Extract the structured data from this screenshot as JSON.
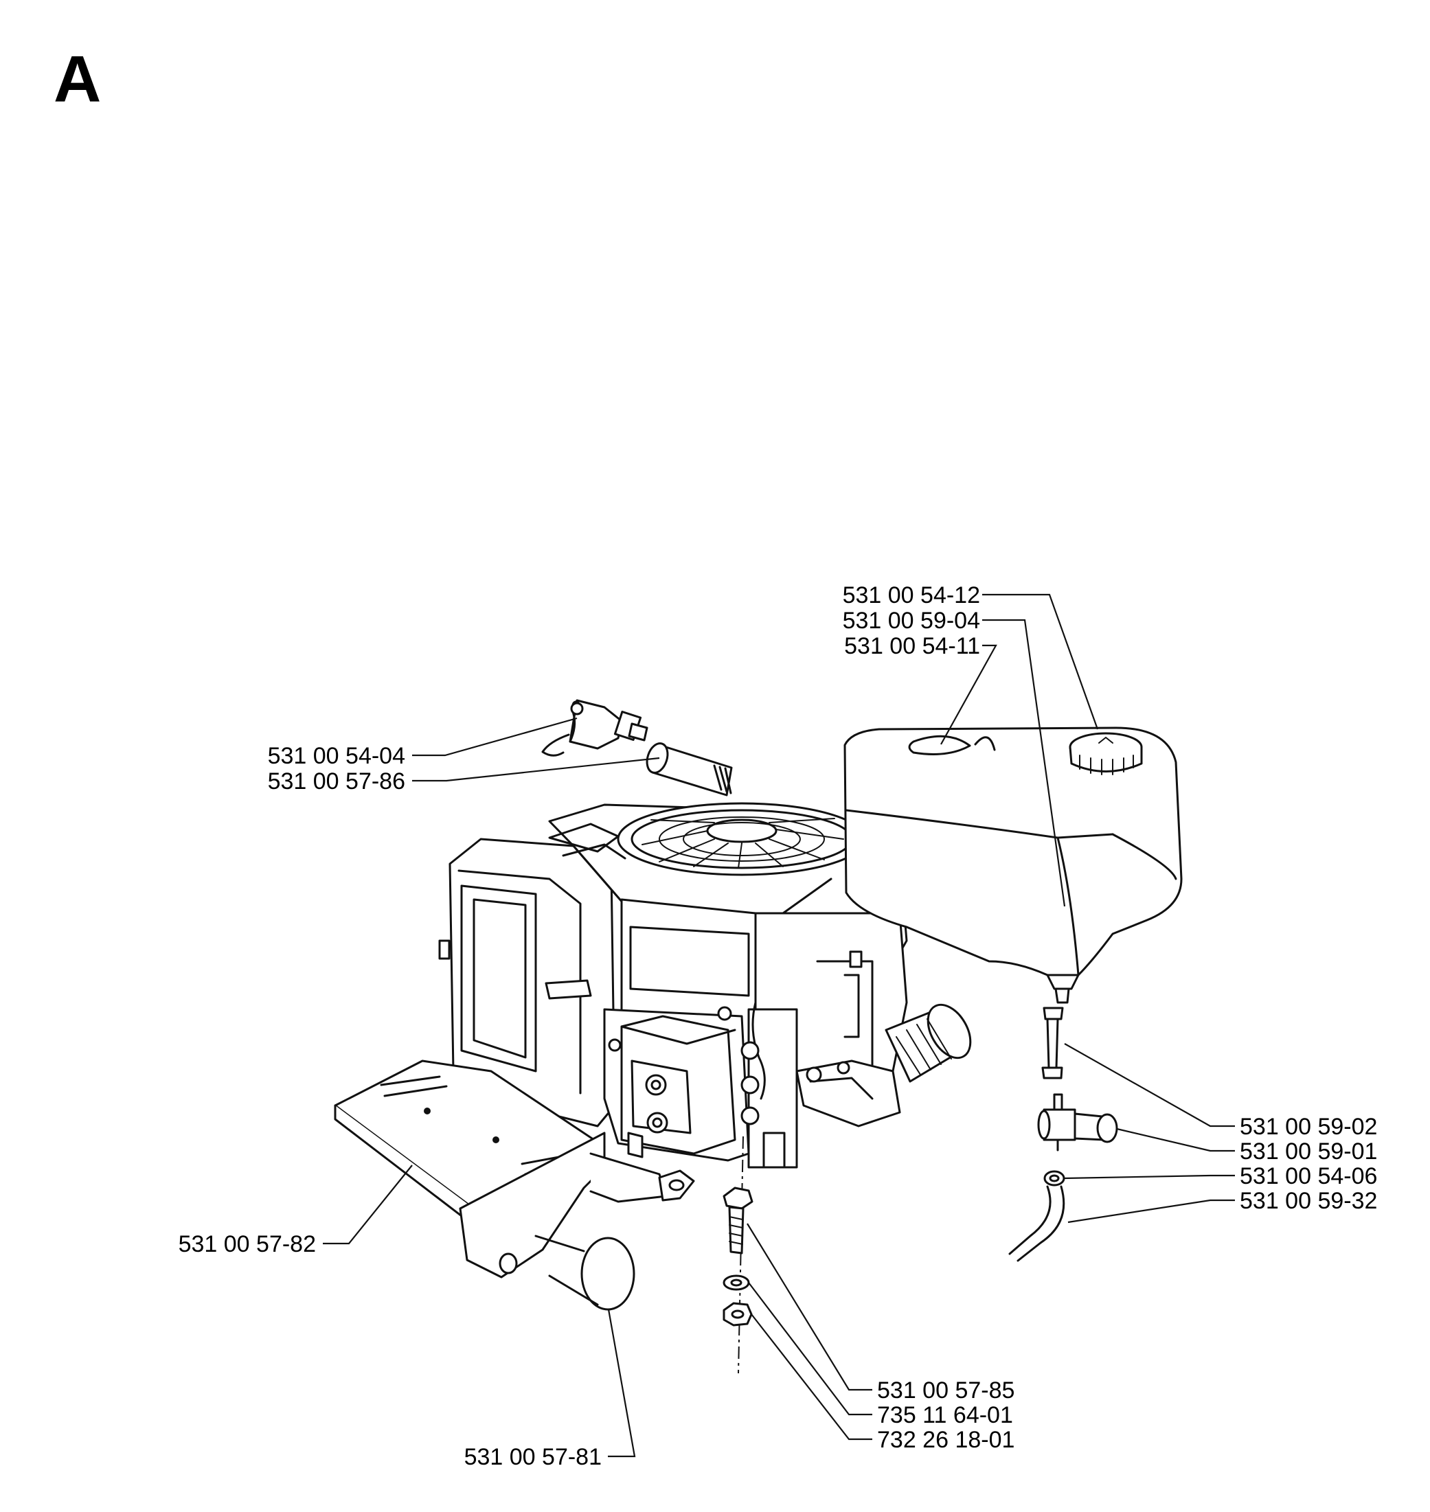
{
  "section": {
    "letter": "A"
  },
  "parts": {
    "fuel_cap": "531 00 54-12",
    "fuel_tank": "531 00 59-04",
    "tank_clip": "531 00 54-11",
    "spark_plug_wire": "531 00 54-04",
    "spark_plug_cover": "531 00 57-86",
    "fuel_line_upper": "531 00 59-02",
    "fuel_valve": "531 00 59-01",
    "hose_clamp": "531 00 54-06",
    "fuel_line_lower": "531 00 59-32",
    "heat_shield": "531 00 57-82",
    "bolt": "531 00 57-85",
    "washer": "735 11 64-01",
    "nut": "732 26 18-01",
    "muffler": "531 00 57-81"
  }
}
